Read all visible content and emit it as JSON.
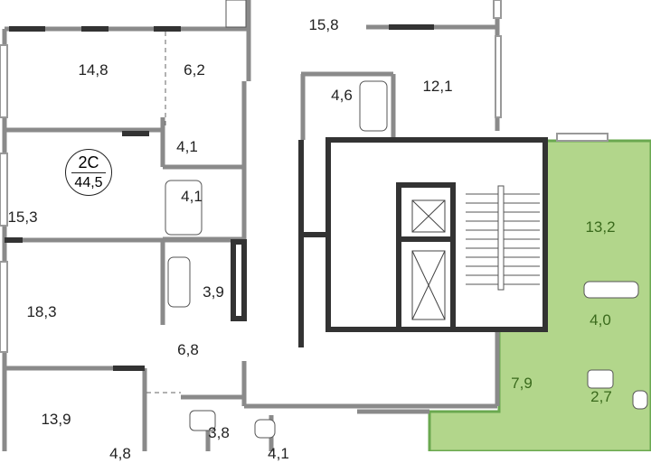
{
  "plan": {
    "apartment_badge": {
      "type": "2С",
      "area": "44,5"
    },
    "rooms": [
      {
        "id": "r15_8",
        "area": "15,8"
      },
      {
        "id": "r14_8",
        "area": "14,8"
      },
      {
        "id": "r6_2",
        "area": "6,2"
      },
      {
        "id": "r12_1",
        "area": "12,1"
      },
      {
        "id": "r4_6",
        "area": "4,6"
      },
      {
        "id": "r4_1a",
        "area": "4,1"
      },
      {
        "id": "r4_1b",
        "area": "4,1"
      },
      {
        "id": "r15_3",
        "area": "15,3"
      },
      {
        "id": "r13_2",
        "area": "13,2",
        "highlighted": true
      },
      {
        "id": "r3_9",
        "area": "3,9"
      },
      {
        "id": "r18_3",
        "area": "18,3"
      },
      {
        "id": "r4_0",
        "area": "4,0",
        "highlighted": true
      },
      {
        "id": "r6_8",
        "area": "6,8"
      },
      {
        "id": "r7_9",
        "area": "7,9",
        "highlighted": true
      },
      {
        "id": "r2_7",
        "area": "2,7",
        "highlighted": true
      },
      {
        "id": "r13_9",
        "area": "13,9"
      },
      {
        "id": "r3_8",
        "area": "3,8"
      },
      {
        "id": "r4_8",
        "area": "4,8"
      },
      {
        "id": "r4_1c",
        "area": "4,1"
      }
    ],
    "colors": {
      "highlight": "#b2d68b",
      "highlight_border": "#6aa84f",
      "wall": "#8a8a8a",
      "wall_dark": "#333333"
    }
  }
}
